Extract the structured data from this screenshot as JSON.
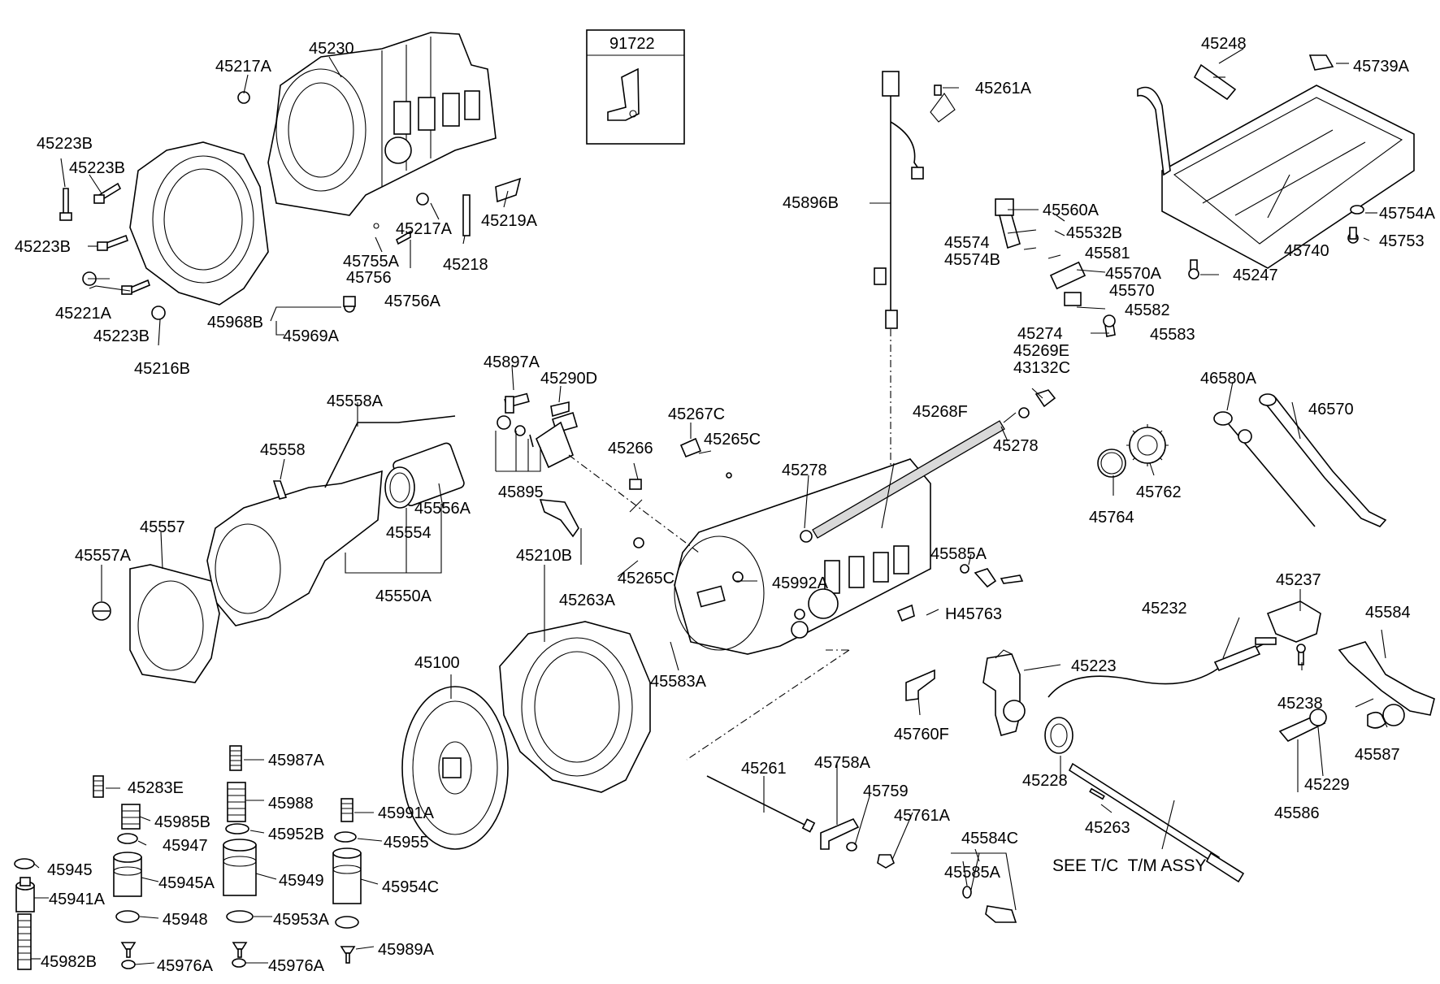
{
  "labels": {
    "p45217A_top": "45217A",
    "p45230": "45230",
    "p91722": "91722",
    "p45248": "45248",
    "p45739A": "45739A",
    "p45261A_top": "45261A",
    "p45223B_1": "45223B",
    "p45223B_2": "45223B",
    "p45223B_3": "45223B",
    "p45223B_4": "45223B",
    "p45221A": "45221A",
    "p45216B": "45216B",
    "p45217A_mid": "45217A",
    "p45219A": "45219A",
    "p45218": "45218",
    "p45755A": "45755A",
    "p45756": "45756",
    "p45756A": "45756A",
    "p45968B": "45968B",
    "p45969A": "45969A",
    "p45896B": "45896B",
    "p45560A": "45560A",
    "p45532B": "45532B",
    "p45574": "45574",
    "p45574B": "45574B",
    "p45581": "45581",
    "p45570A": "45570A",
    "p45570": "45570",
    "p45582": "45582",
    "p45583": "45583",
    "p45754A": "45754A",
    "p45753": "45753",
    "p45740": "45740",
    "p45247": "45247",
    "p45274": "45274",
    "p45269E": "45269E",
    "p43132C": "43132C",
    "p46580A": "46580A",
    "p46570": "46570",
    "p45897A": "45897A",
    "p45290D": "45290D",
    "p45558A": "45558A",
    "p45558": "45558",
    "p45267C": "45267C",
    "p45265C_top": "45265C",
    "p45266": "45266",
    "p45268F": "45268F",
    "p45278_left": "45278",
    "p45278_right": "45278",
    "p45762": "45762",
    "p45764": "45764",
    "p45895": "45895",
    "p45557": "45557",
    "p45556A": "45556A",
    "p45554": "45554",
    "p45557A": "45557A",
    "p45550A": "45550A",
    "p45210B": "45210B",
    "p45263A": "45263A",
    "p45265C_mid": "45265C",
    "p45992A": "45992A",
    "p45585A_top": "45585A",
    "pH45763": "H45763",
    "p45237": "45237",
    "p45232": "45232",
    "p45584": "45584",
    "p45100": "45100",
    "p45583A": "45583A",
    "p45223": "45223",
    "p45238": "45238",
    "p45760F": "45760F",
    "p45228": "45228",
    "p45587": "45587",
    "p45229": "45229",
    "p45586": "45586",
    "p45987A": "45987A",
    "p45283E": "45283E",
    "p45988": "45988",
    "p45261": "45261",
    "p45758A": "45758A",
    "p45759": "45759",
    "p45991A": "45991A",
    "p45985B": "45985B",
    "p45761A": "45761A",
    "p45952B": "45952B",
    "p45263": "45263",
    "p45947": "45947",
    "p45955": "45955",
    "p45584C": "45584C",
    "p45945": "45945",
    "p45945A": "45945A",
    "p45949": "45949",
    "p45954C": "45954C",
    "p45585A_bot": "45585A",
    "p45941A": "45941A",
    "p45948": "45948",
    "p45953A": "45953A",
    "p45989A": "45989A",
    "p45982B": "45982B",
    "p45976A_1": "45976A",
    "p45976A_2": "45976A",
    "see_tc": "SEE T/C  T/M ASSY"
  }
}
